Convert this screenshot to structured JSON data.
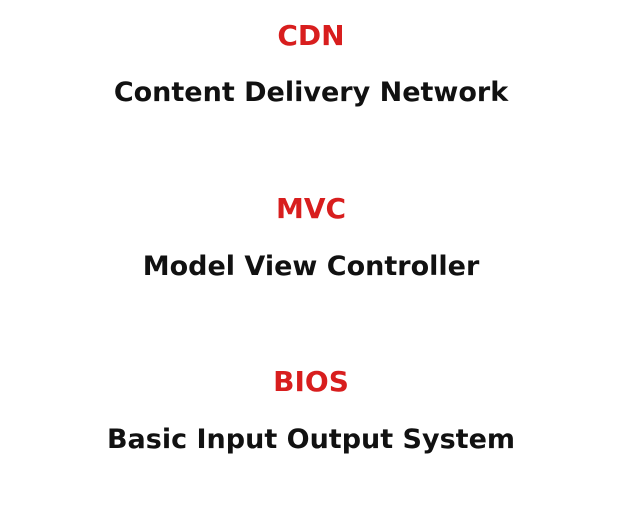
{
  "colors": {
    "abbreviation": "#d81e1e",
    "expansion": "#111111",
    "background": "#ffffff"
  },
  "entries": [
    {
      "abbreviation": "CDN",
      "expansion": "Content Delivery Network"
    },
    {
      "abbreviation": "MVC",
      "expansion": "Model View Controller"
    },
    {
      "abbreviation": "BIOS",
      "expansion": "Basic Input Output System"
    }
  ]
}
